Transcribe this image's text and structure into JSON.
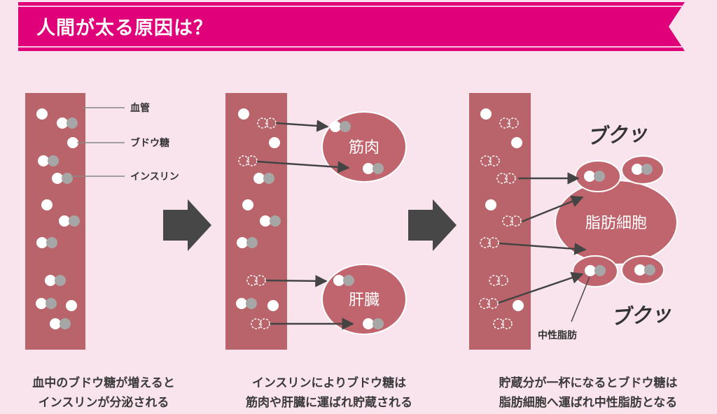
{
  "title": "人間が太る原因は？",
  "labels": {
    "blood_vessel": "血管",
    "glucose": "ブドウ糖",
    "insulin": "インスリン",
    "muscle": "筋肉",
    "liver": "肝臓",
    "fat_cell": "脂肪細胞",
    "neutral_fat": "中性脂肪",
    "puffing_top": "ブクッ",
    "puffing_bottom": "ブクッ"
  },
  "steps": [
    {
      "caption_line1": "血中のブドウ糖が増えると",
      "caption_line2": "インスリンが分泌される"
    },
    {
      "caption_line1": "インスリンによりブドウ糖は",
      "caption_line2": "筋肉や肝臓に運ばれ貯蔵される"
    },
    {
      "caption_line1": "貯蔵分が一杯になるとブドウ糖は",
      "caption_line2": "脂肪細胞へ運ばれ中性脂肪となる"
    }
  ],
  "colors": {
    "banner": "#e0007a",
    "vessel": "#b8646a",
    "organ": "#c0656d",
    "insulin": "#a6a6a6",
    "arrow": "#444444",
    "background": "#f9e3ec"
  }
}
